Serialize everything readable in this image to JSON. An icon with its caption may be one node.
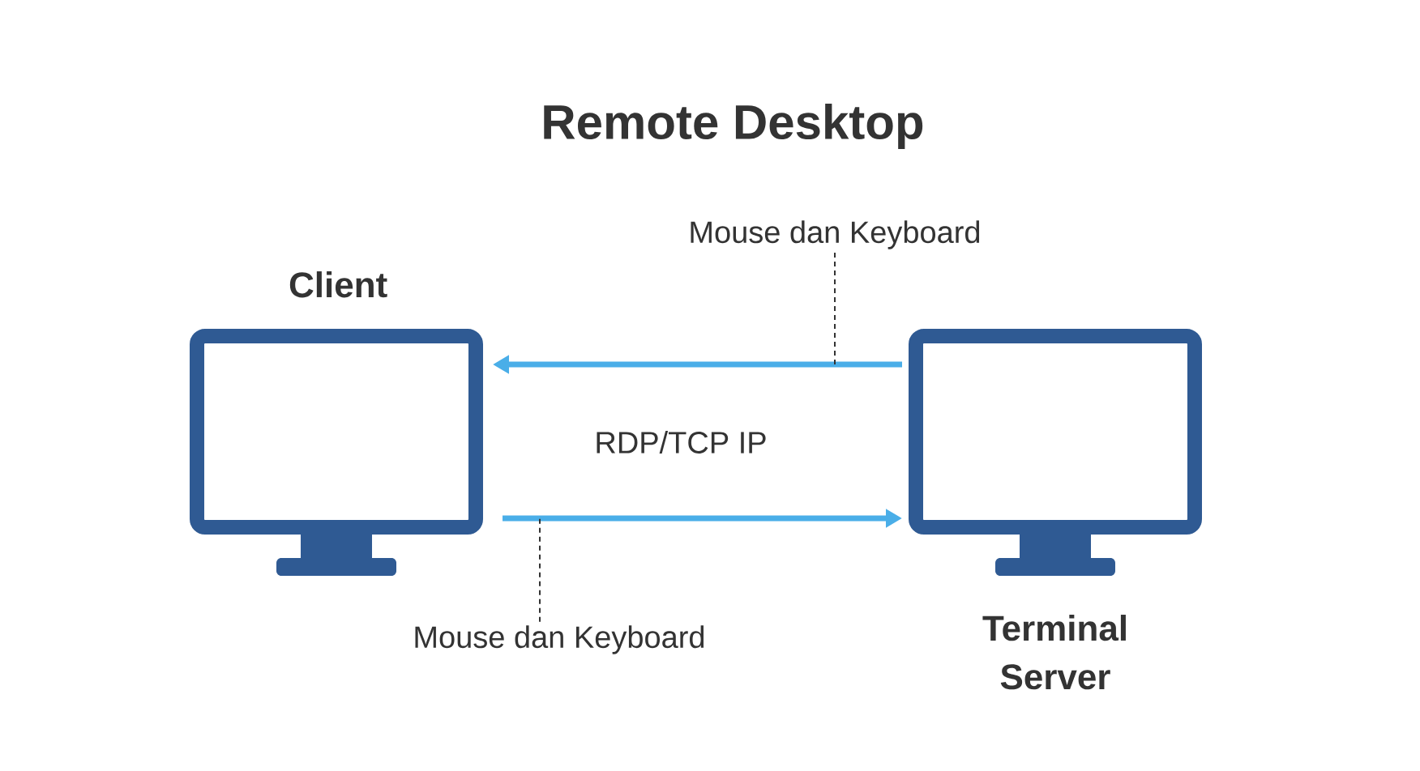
{
  "diagram": {
    "title": "Remote Desktop",
    "nodes": [
      {
        "text": [
          "Client"
        ]
      },
      {
        "text": [
          "Terminal Server"
        ]
      },
      {
        "text": [
          "Mouse dan Keyboard"
        ]
      },
      {
        "text": [
          "Mouse dan Keyboard"
        ]
      }
    ],
    "edges": [
      {
        "from": 1,
        "to": 0,
        "arrow": "to",
        "style": "thick",
        "color": "#4aaee8"
      },
      {
        "from": 0,
        "to": 1,
        "arrow": "to",
        "style": "thick",
        "color": "#4aaee8"
      },
      {
        "from": 2,
        "to": null,
        "arrow": "none",
        "style": "dashed",
        "color": "#333333"
      },
      {
        "from": 3,
        "to": null,
        "arrow": "none",
        "style": "dashed",
        "color": "#333333"
      }
    ],
    "labels": [
      "RDP/TCP IP"
    ]
  }
}
